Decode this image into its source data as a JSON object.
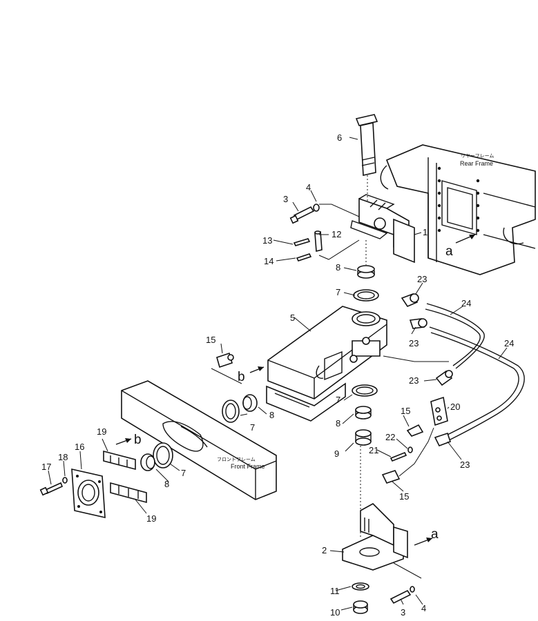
{
  "labels": {
    "p1": "1",
    "p2": "2",
    "p3a": "3",
    "p3b": "3",
    "p4a": "4",
    "p4b": "4",
    "p5": "5",
    "p6": "6",
    "p7a": "7",
    "p7b": "7",
    "p7c": "7",
    "p7d": "7",
    "p8a": "8",
    "p8b": "8",
    "p8c": "8",
    "p8d": "8",
    "p9": "9",
    "p10": "10",
    "p11": "11",
    "p12": "12",
    "p13": "13",
    "p14": "14",
    "p15a": "15",
    "p15b": "15",
    "p15c": "15",
    "p16": "16",
    "p17": "17",
    "p18": "18",
    "p19a": "19",
    "p19b": "19",
    "p20": "20",
    "p21": "21",
    "p22": "22",
    "p23a": "23",
    "p23b": "23",
    "p23c": "23",
    "p23d": "23",
    "p24a": "24",
    "p24b": "24",
    "ref_a1": "a",
    "ref_a2": "a",
    "ref_b1": "b",
    "ref_b2": "b"
  },
  "frames": {
    "rear_jp": "リヤーフレーム",
    "rear_en": "Rear Frame",
    "front_jp": "フロントフレーム",
    "front_en": "Front Frame"
  }
}
